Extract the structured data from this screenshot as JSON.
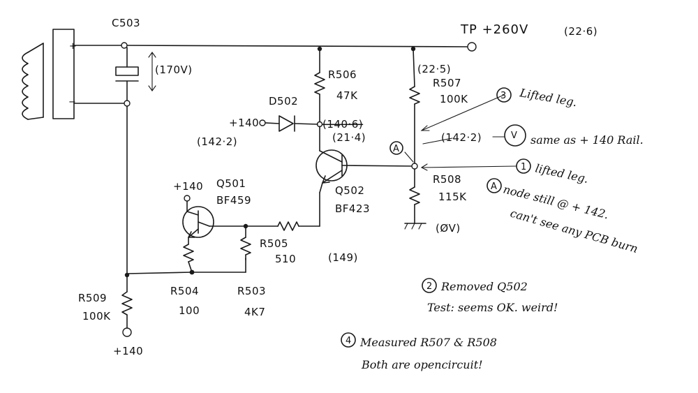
{
  "labels": {
    "c503": "C503",
    "c503_voltage": "(170V)",
    "tp": "TP +260V",
    "tp_reading": "(22·6)",
    "top_node_reading": "(22·5)",
    "r506": "R506",
    "r506_value": "47K",
    "d502": "D502",
    "d502_rail": "+140",
    "d502_reading": "(142·2)",
    "cathode_old_reading": "(140·6)",
    "cathode_reading": "(21·4)",
    "r507": "R507",
    "r507_value": "100K",
    "r508": "R508",
    "r508_value": "115K",
    "ground_reading": "(ØV)",
    "q501_rail": "+140",
    "q501": "Q501",
    "q501_part": "BF459",
    "q502": "Q502",
    "q502_part": "BF423",
    "r505": "R505",
    "r505_value": "510",
    "r505_reading": "(149)",
    "r504": "R504",
    "r504_value": "100",
    "r503": "R503",
    "r503_value": "4K7",
    "r509": "R509",
    "r509_value": "100K",
    "r509_rail": "+140",
    "node_a_marker": "A",
    "node_a_reading": "(142·2)",
    "meter_symbol": "V"
  },
  "notes": {
    "n3_number": "3",
    "n3_text": "Lifted leg.",
    "n_same": "same as + 140 Rail.",
    "n1_number": "1",
    "n1_text": "lifted leg.",
    "na_marker": "A",
    "na_line1": "node still @ + 142.",
    "na_line2": "can't see any PCB burn",
    "n2_number": "2",
    "n2_line1": "Removed Q502",
    "n2_line2": "Test: seems OK. weird!",
    "n4_number": "4",
    "n4_line1": "Measured R507 & R508",
    "n4_line2": "Both are opencircuit!"
  }
}
